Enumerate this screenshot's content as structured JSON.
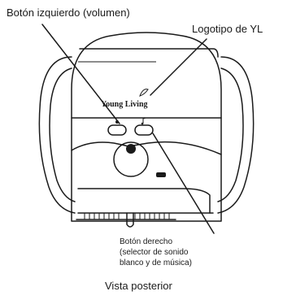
{
  "labels": {
    "left_button": "Botón izquierdo (volumen)",
    "logo": "Logotipo de YL",
    "right_button_lines": [
      "Botón derecho",
      "(selector de sonido",
      "blanco y de música)"
    ],
    "caption": "Vista posterior"
  },
  "device": {
    "logo_text": "Young Living",
    "left_button_icon": "volume-icon",
    "right_button_icon": "music-note-icon"
  }
}
